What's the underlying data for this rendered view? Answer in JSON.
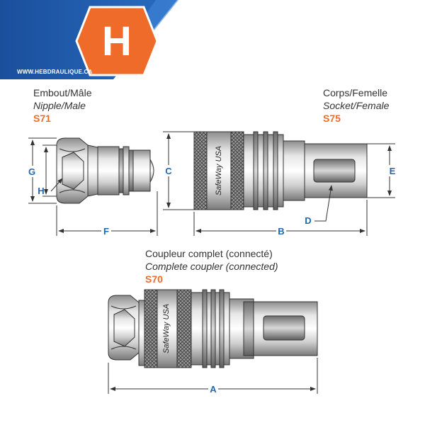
{
  "header": {
    "logo_letter": "H",
    "website": "WWW.HEBDRAULIQUE.CA",
    "colors": {
      "blue": "#1a56a8",
      "orange": "#ef6b2a"
    }
  },
  "parts": {
    "male": {
      "fr": "Embout/Mâle",
      "en": "Nipple/Male",
      "code": "S71"
    },
    "socket": {
      "fr": "Corps/Femelle",
      "en": "Socket/Female",
      "code": "S75"
    },
    "complete": {
      "fr": "Coupleur complet (connecté)",
      "en": "Complete coupler (connected)",
      "code": "S70"
    }
  },
  "brand_marking": "SafeWay USA",
  "dimensions": {
    "A": "A",
    "B": "B",
    "C": "C",
    "D": "D",
    "E": "E",
    "F": "F",
    "G": "G",
    "H": "H"
  }
}
